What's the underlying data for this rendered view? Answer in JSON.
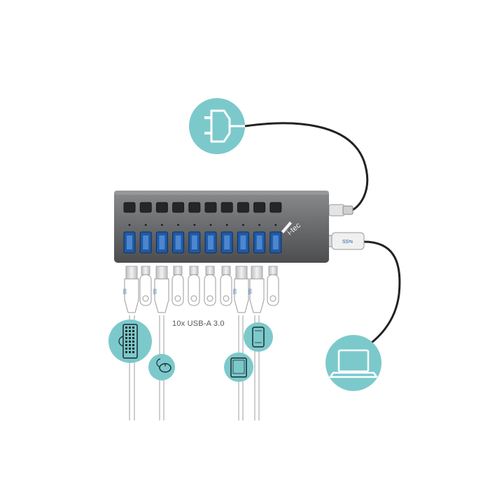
{
  "caption": "10x USB-A 3.0",
  "hub": {
    "brand": "i-tec",
    "port_count": 10,
    "usb_logo": "SS"
  },
  "icons": {
    "power": "power-plug-icon",
    "laptop": "laptop-icon",
    "keyboard": "keyboard-icon",
    "mouse": "mouse-icon",
    "tablet": "tablet-icon",
    "phone": "smartphone-icon"
  },
  "colors": {
    "accent": "#7cc9cc",
    "hub_body": "#6d6e70",
    "port_blue": "#1f5aa6",
    "cable": "#222222"
  }
}
